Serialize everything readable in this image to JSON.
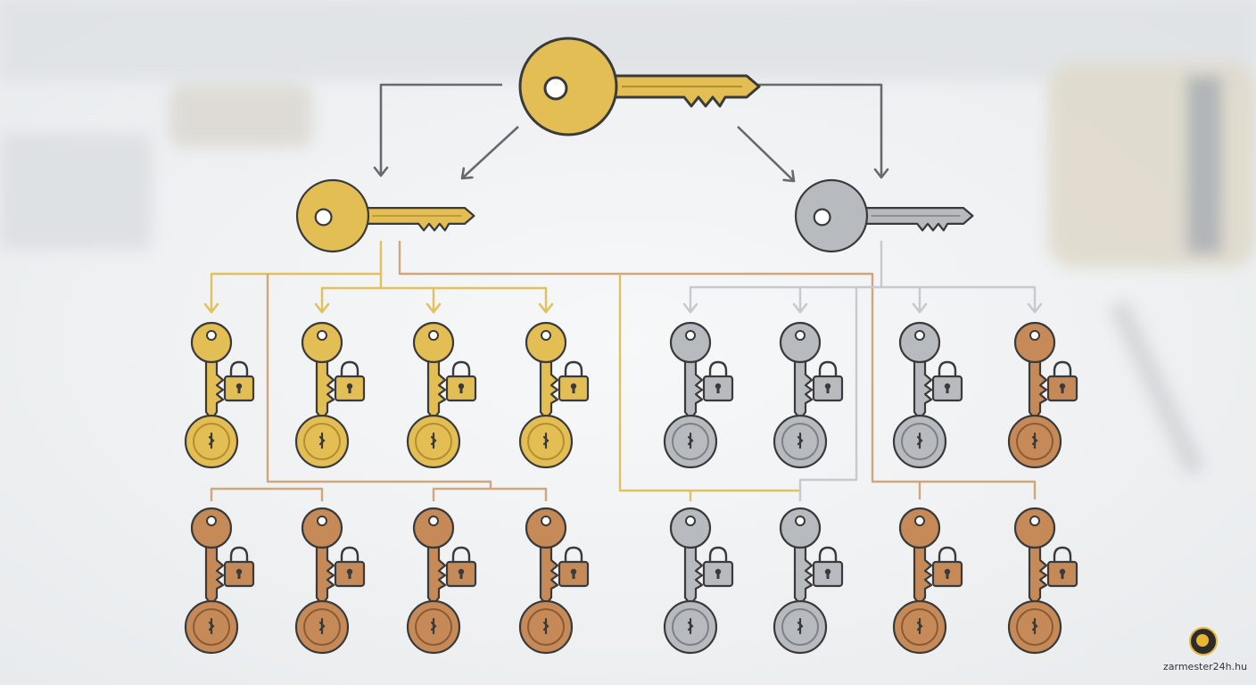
{
  "colors": {
    "gold": "#e3be55",
    "gold_dark": "#b28e2f",
    "gold_line": "#e2c05c",
    "silver": "#b7bbbf",
    "silver_dark": "#7c8186",
    "silver_line": "#c6cacd",
    "bronze": "#c68a58",
    "bronze_dark": "#8c5a32",
    "bronze_line": "#d2a57a",
    "arrow": "#666a6e",
    "outline": "#3a3a3a"
  },
  "nodes": {
    "grand_master": {
      "label": "",
      "color": "gold",
      "icon": "master-key-icon"
    },
    "master_gold": {
      "label": "",
      "color": "gold",
      "icon": "master-key-icon"
    },
    "master_silver": {
      "label": "",
      "color": "silver",
      "icon": "master-key-icon"
    },
    "change_keys_row1": [
      "gold",
      "gold",
      "gold",
      "gold",
      "silver",
      "silver",
      "silver",
      "bronze"
    ],
    "change_keys_row2": [
      "bronze",
      "bronze",
      "bronze",
      "bronze",
      "silver",
      "silver",
      "bronze",
      "bronze"
    ]
  },
  "logo": {
    "text": "zarmester24h.hu",
    "icon": "z-logo-icon"
  }
}
